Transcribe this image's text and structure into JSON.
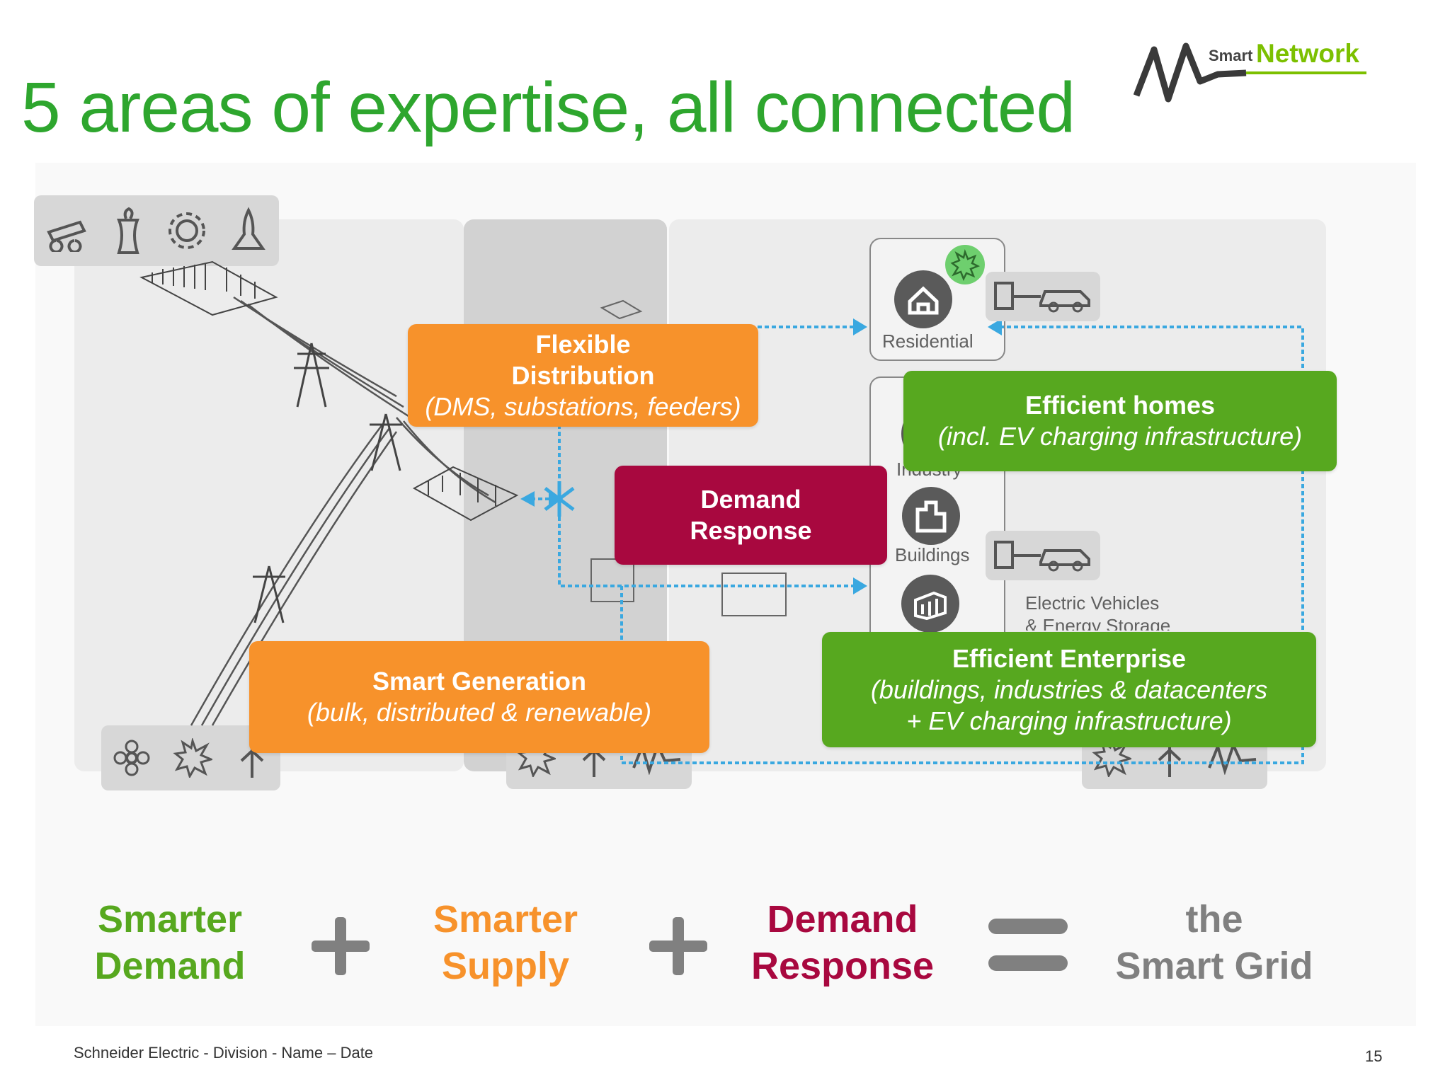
{
  "slide": {
    "title": "5 areas of expertise, all connected",
    "footer": "Schneider Electric - Division - Name – Date",
    "page_number": "15"
  },
  "logo": {
    "small_text": "Smart",
    "brand_text": "Network",
    "colors": {
      "brand": "#7cc000",
      "mark": "#3a3a3a"
    }
  },
  "boxes": {
    "flexible_distribution": {
      "title_line1": "Flexible",
      "title_line2": "Distribution",
      "subtitle": "(DMS, substations, feeders)"
    },
    "demand_response": {
      "title_line1": "Demand",
      "title_line2": "Response"
    },
    "smart_generation": {
      "title": "Smart Generation",
      "subtitle": "(bulk, distributed & renewable)"
    },
    "efficient_homes": {
      "title": "Efficient homes",
      "subtitle": "(incl. EV charging infrastructure)"
    },
    "efficient_enterprise": {
      "title": "Efficient Enterprise",
      "subtitle_line1": "(buildings, industries & datacenters",
      "subtitle_line2": "+ EV charging infrastructure)"
    }
  },
  "diagram_labels": {
    "residential": "Residential",
    "industry": "Industry",
    "buildings": "Buildings",
    "ev_line1": "Electric Vehicles",
    "ev_line2": "& Energy Storage"
  },
  "equation": {
    "term1_line1": "Smarter",
    "term1_line2": "Demand",
    "term2_line1": "Smarter",
    "term2_line2": "Supply",
    "term3_line1": "Demand",
    "term3_line2": "Response",
    "result_line1": "the",
    "result_line2": "Smart Grid"
  },
  "colors": {
    "title_green": "#2ea62e",
    "orange": "#f7922b",
    "green": "#57a81f",
    "red": "#a8083f",
    "gray": "#808080",
    "connector_blue": "#3aa8e0"
  },
  "icons": {
    "top_left_bar": [
      "cannon-icon",
      "cooling-tower-icon",
      "gear-icon",
      "flame-icon"
    ],
    "bottom_left_bar": [
      "flower-icon",
      "sun-icon",
      "wind-turbine-icon"
    ],
    "bottom_middle_bar": [
      "sun-icon",
      "wind-turbine-icon",
      "pulse-icon"
    ],
    "bottom_right_bar": [
      "sun-icon",
      "wind-turbine-icon",
      "pulse-icon"
    ]
  }
}
